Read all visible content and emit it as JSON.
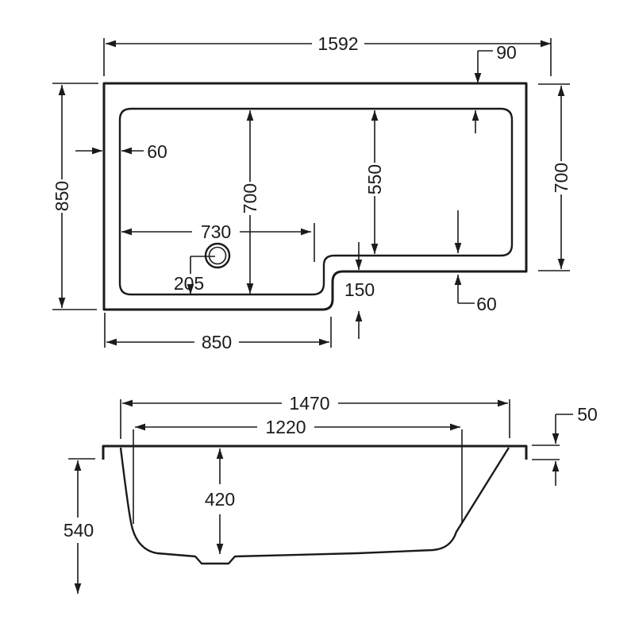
{
  "colors": {
    "background": "#ffffff",
    "ink": "#1b1b1b"
  },
  "plan_view": {
    "overall_length": "1592",
    "right_rim_inset": "90",
    "overall_width_left": "850",
    "left_wall_thickness": "60",
    "inner_width_left_end": "700",
    "inner_width_right_end": "550",
    "overall_width_right": "700",
    "waste_centre_from_inner_wall": "730",
    "waste_centre_offset": "205",
    "step_offset": "150",
    "bottom_edge_length": "850",
    "right_bottom_wall_thickness": "60"
  },
  "side_view": {
    "inner_top_length": "1470",
    "inner_base_length": "1220",
    "rim_lip_drop": "50",
    "inner_depth": "420",
    "overall_height": "540"
  }
}
